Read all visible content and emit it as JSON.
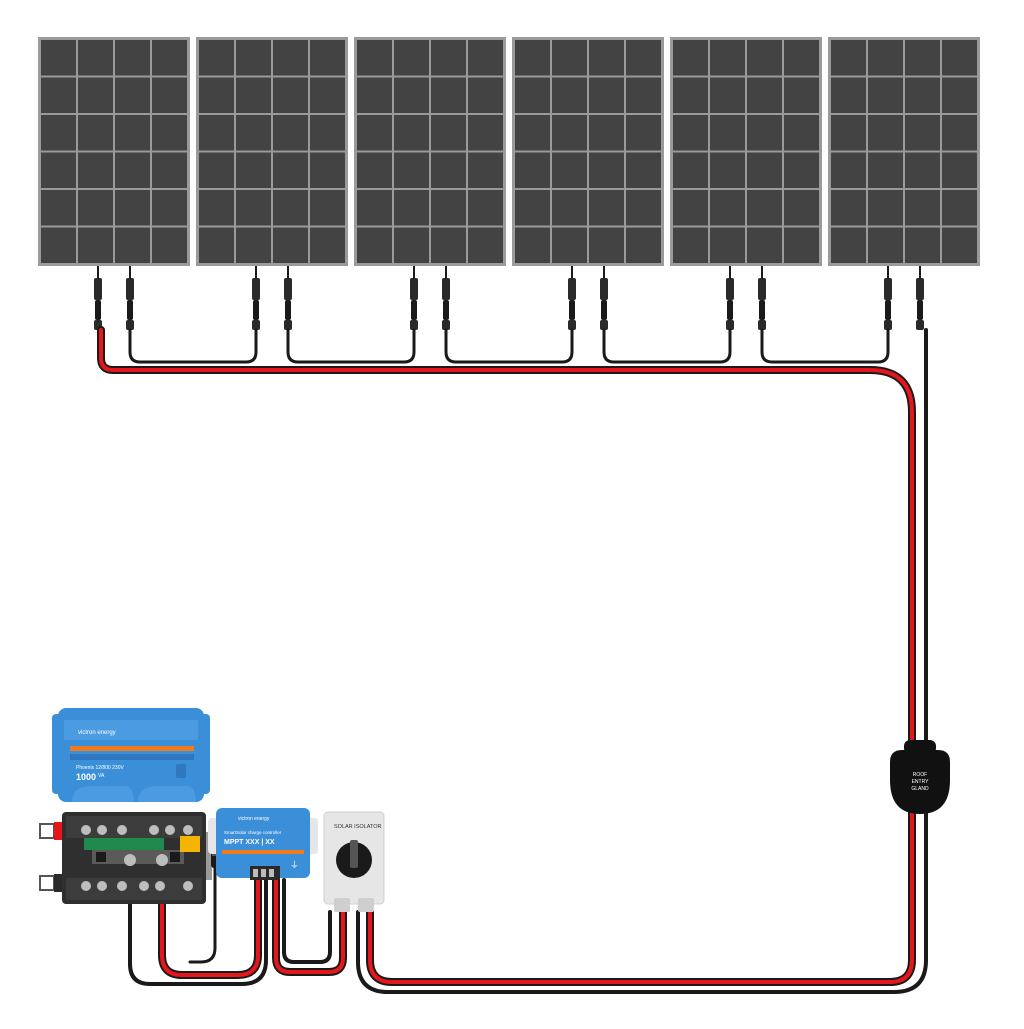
{
  "diagram": {
    "panel_count": 6,
    "panel_grid": {
      "cols": 4,
      "rows": 6
    },
    "colors": {
      "panel_frame": "#9a9a9a",
      "panel_cell": "#434343",
      "panel_cell_border": "#8c8c8c",
      "wire_positive": "#e5161c",
      "wire_negative": "#1a1a1a",
      "victron_blue": "#3b8fd9",
      "victron_orange": "#f07a1e",
      "busbar_body": "#2f2f2f",
      "isolator_body": "#e6e6e6"
    }
  },
  "devices": {
    "inverter": {
      "brand": "victron energy",
      "model": "Phoenix 12/800 230V",
      "rating": "1000",
      "rating_unit": "VA"
    },
    "mppt": {
      "brand": "victron energy",
      "line1": "SmartSolar charge controller",
      "line2": "MPPT XXX | XX"
    },
    "isolator": {
      "label": "SOLAR ISOLATOR"
    },
    "gland": {
      "line1": "ROOF",
      "line2": "ENTRY",
      "line3": "GLAND"
    }
  }
}
